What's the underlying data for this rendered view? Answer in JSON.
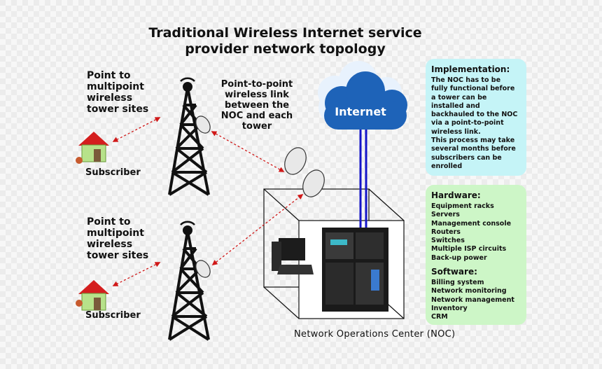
{
  "title_line1": "Traditional Wireless Internet service",
  "title_line2": "provider network topology",
  "labels": {
    "ptmp_top": [
      "Point to",
      "multipoint",
      "wireless",
      "tower sites"
    ],
    "ptmp_bottom": [
      "Point to",
      "multipoint",
      "wireless",
      "tower sites"
    ],
    "ptp": [
      "Point-to-point",
      "wireless link",
      "between the",
      "NOC and each",
      "tower"
    ],
    "subscriber_top": "Subscriber",
    "subscriber_bottom": "Subscriber",
    "internet": "Internet",
    "noc": "Network Operations Center (NOC)"
  },
  "implementation": {
    "heading": "Implementation:",
    "lines": [
      "The NOC has to be",
      "fully functional before",
      "a tower can be",
      "installed and",
      "backhauled to the NOC",
      "via a point-to-point",
      "wireless link.",
      "This process may take",
      "several months before",
      "subscribers can be",
      "enrolled"
    ]
  },
  "hardware": {
    "heading": "Hardware:",
    "items": [
      "Equipment racks",
      "Servers",
      "Management console",
      "Routers",
      "Switches",
      "Multiple ISP circuits",
      "Back-up power"
    ]
  },
  "software": {
    "heading": "Software:",
    "items": [
      "Billing system",
      "Network monitoring",
      "Network management",
      "Inventory",
      "CRM"
    ]
  },
  "colors": {
    "implementation_bg": "#c5f4f7",
    "hardware_bg": "#cdf6c7",
    "cloud": "#1e63b8",
    "link": "#d01818"
  }
}
